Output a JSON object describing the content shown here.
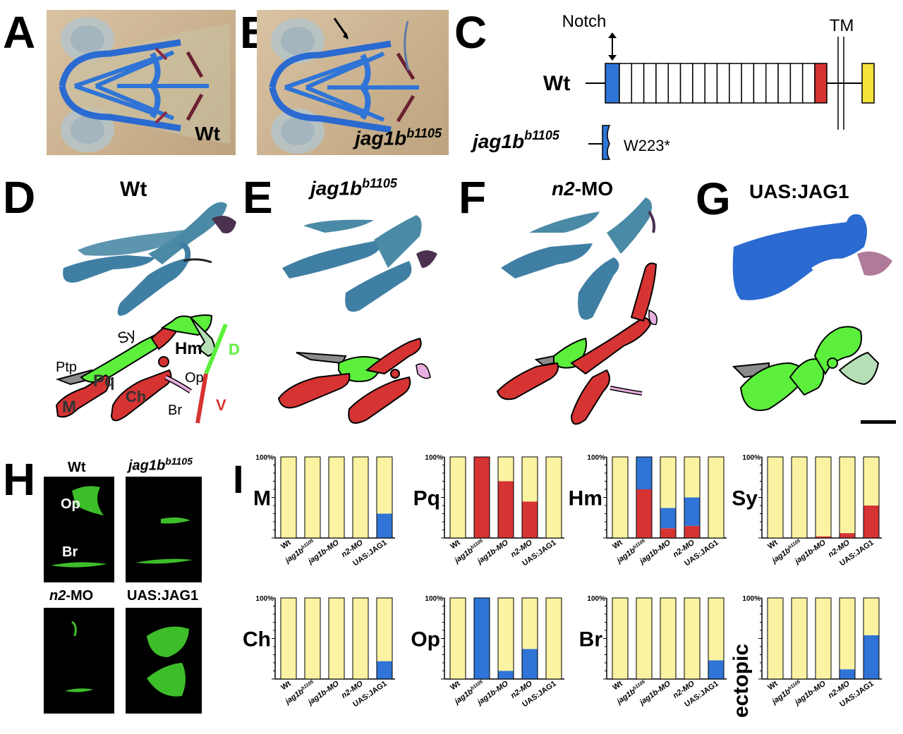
{
  "panels": {
    "A": {
      "letter": "A",
      "label": "Wt"
    },
    "B": {
      "letter": "B",
      "label": "jag1b",
      "label_sup": "b1105"
    },
    "C": {
      "letter": "C",
      "notch": "Notch",
      "tm": "TM",
      "wt": "Wt",
      "mutant": "jag1b",
      "mutant_sup": "b1105",
      "stop": "W223*"
    },
    "D": {
      "letter": "D",
      "title": "Wt"
    },
    "E": {
      "letter": "E",
      "title": "jag1b",
      "title_sup": "b1105"
    },
    "F": {
      "letter": "F",
      "title_italic": "n2",
      "title_rest": "-MO"
    },
    "G": {
      "letter": "G",
      "title": "UAS:JAG1"
    },
    "H": {
      "letter": "H",
      "wt": "Wt",
      "mutant": "jag1b",
      "mutant_sup": "b1105",
      "morph_italic": "n2",
      "morph_rest": "-MO",
      "uas": "UAS:JAG1",
      "op": "Op",
      "br": "Br"
    },
    "I": {
      "letter": "I"
    }
  },
  "d_labels": {
    "Ptp": "Ptp",
    "Sy": "Sy",
    "Hm": "Hm",
    "Pq": "Pq",
    "M": "M",
    "Ch": "Ch",
    "Op": "Op",
    "Br": "Br",
    "D": "D",
    "V": "V"
  },
  "colors": {
    "blue": "#2f74d6",
    "red": "#d63333",
    "yellow": "#fbf3a2",
    "green": "#5cf03c",
    "light_green": "#b6dfb6",
    "grey": "#8c8c8c",
    "pink": "#e9aee0",
    "black": "#000000"
  },
  "chart_data": [
    {
      "type": "bar",
      "label": "M",
      "ytop": "100%",
      "categories": [
        "Wt",
        "jag1bb1105",
        "jag1b-MO",
        "n2-MO",
        "UAS:JAG1"
      ],
      "series": [
        {
          "color": "red",
          "values": [
            0,
            0,
            0,
            0,
            0
          ]
        },
        {
          "color": "blue",
          "values": [
            0,
            0,
            0,
            0,
            30
          ]
        },
        {
          "color": "yellow",
          "values": [
            100,
            100,
            100,
            100,
            70
          ]
        }
      ]
    },
    {
      "type": "bar",
      "label": "Pq",
      "ytop": "100%",
      "categories": [
        "Wt",
        "jag1bb1105",
        "jag1b-MO",
        "n2-MO",
        "UAS:JAG1"
      ],
      "series": [
        {
          "color": "red",
          "values": [
            0,
            100,
            70,
            45,
            0
          ]
        },
        {
          "color": "blue",
          "values": [
            0,
            0,
            0,
            0,
            0
          ]
        },
        {
          "color": "yellow",
          "values": [
            100,
            0,
            30,
            55,
            100
          ]
        }
      ]
    },
    {
      "type": "bar",
      "label": "Hm",
      "ytop": "100%",
      "categories": [
        "Wt",
        "jag1bb1105",
        "jag1b-MO",
        "n2-MO",
        "UAS:JAG1"
      ],
      "series": [
        {
          "color": "red",
          "values": [
            0,
            60,
            12,
            15,
            0
          ]
        },
        {
          "color": "blue",
          "values": [
            0,
            40,
            25,
            35,
            0
          ]
        },
        {
          "color": "yellow",
          "values": [
            100,
            0,
            63,
            50,
            100
          ]
        }
      ]
    },
    {
      "type": "bar",
      "label": "Sy",
      "ytop": "100%",
      "categories": [
        "Wt",
        "jag1bb1105",
        "jag1b-MO",
        "n2-MO",
        "UAS:JAG1"
      ],
      "series": [
        {
          "color": "red",
          "values": [
            0,
            0,
            2,
            6,
            40
          ]
        },
        {
          "color": "blue",
          "values": [
            0,
            0,
            0,
            0,
            0
          ]
        },
        {
          "color": "yellow",
          "values": [
            100,
            100,
            98,
            94,
            60
          ]
        }
      ]
    },
    {
      "type": "bar",
      "label": "Ch",
      "ytop": "100%",
      "categories": [
        "Wt",
        "jag1bb1105",
        "jag1b-MO",
        "n2-MO",
        "UAS:JAG1"
      ],
      "series": [
        {
          "color": "red",
          "values": [
            0,
            0,
            0,
            0,
            0
          ]
        },
        {
          "color": "blue",
          "values": [
            0,
            0,
            0,
            0,
            22
          ]
        },
        {
          "color": "yellow",
          "values": [
            100,
            100,
            100,
            100,
            78
          ]
        }
      ]
    },
    {
      "type": "bar",
      "label": "Op",
      "ytop": "100%",
      "categories": [
        "Wt",
        "jag1bb1105",
        "jag1b-MO",
        "n2-MO",
        "UAS:JAG1"
      ],
      "series": [
        {
          "color": "red",
          "values": [
            0,
            0,
            0,
            0,
            0
          ]
        },
        {
          "color": "blue",
          "values": [
            0,
            100,
            10,
            37,
            0
          ]
        },
        {
          "color": "yellow",
          "values": [
            100,
            0,
            90,
            63,
            100
          ]
        }
      ]
    },
    {
      "type": "bar",
      "label": "Br",
      "ytop": "100%",
      "categories": [
        "Wt",
        "jag1bb1105",
        "jag1b-MO",
        "n2-MO",
        "UAS:JAG1"
      ],
      "series": [
        {
          "color": "red",
          "values": [
            0,
            0,
            0,
            0,
            0
          ]
        },
        {
          "color": "blue",
          "values": [
            0,
            0,
            0,
            0,
            23
          ]
        },
        {
          "color": "yellow",
          "values": [
            100,
            100,
            100,
            100,
            77
          ]
        }
      ]
    },
    {
      "type": "bar",
      "label": "ectopic",
      "ytop": "100%",
      "categories": [
        "Wt",
        "jag1bb1105",
        "jag1b-MO",
        "n2-MO",
        "UAS:JAG1"
      ],
      "series": [
        {
          "color": "red",
          "values": [
            0,
            0,
            0,
            0,
            0
          ]
        },
        {
          "color": "blue",
          "values": [
            0,
            0,
            0,
            12,
            54
          ]
        },
        {
          "color": "yellow",
          "values": [
            100,
            100,
            100,
            88,
            46
          ]
        }
      ]
    }
  ]
}
